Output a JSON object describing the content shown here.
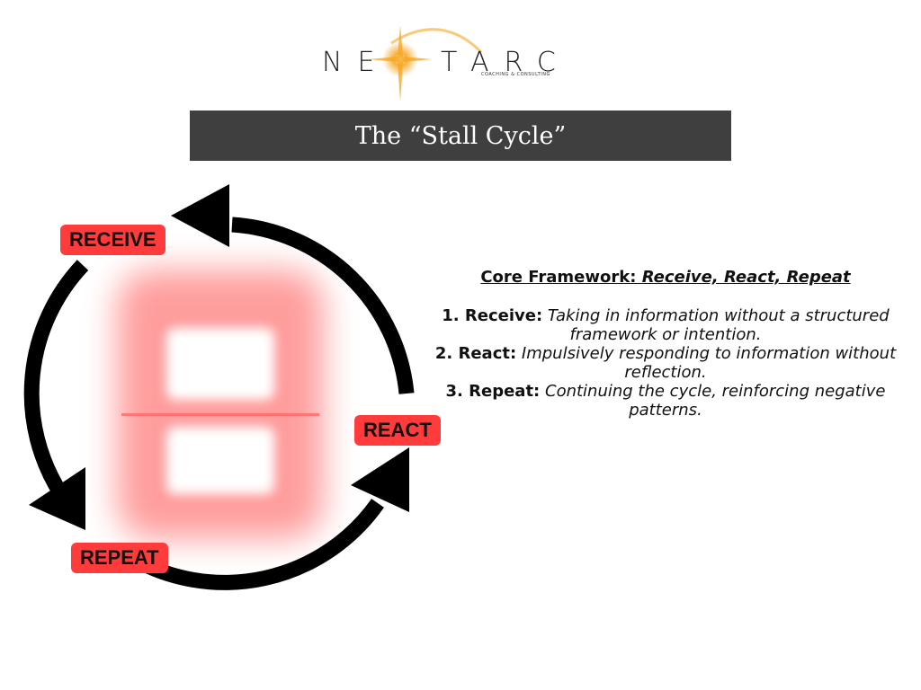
{
  "logo": {
    "text_left": "NE",
    "text_right": "TARC",
    "tagline": "COACHING & CONSULTING",
    "flare_color": "#f6a623"
  },
  "title": "The “Stall Cycle”",
  "cycle": {
    "labels": {
      "receive": "RECEIVE",
      "react": "REACT",
      "repeat": "REPEAT"
    },
    "label_color": "#ff3b3b",
    "glow_color": "#ff4d4d"
  },
  "framework": {
    "heading_prefix": "Core Framework: ",
    "heading_emphasis": "Receive, React, Repeat",
    "items": [
      {
        "term": "1. Receive:",
        "desc": "Taking in information without a structured framework or intention."
      },
      {
        "term": "2. React:",
        "desc": "Impulsively responding to information without reflection."
      },
      {
        "term": "3. Repeat:",
        "desc": "Continuing the cycle, reinforcing negative patterns."
      }
    ]
  }
}
